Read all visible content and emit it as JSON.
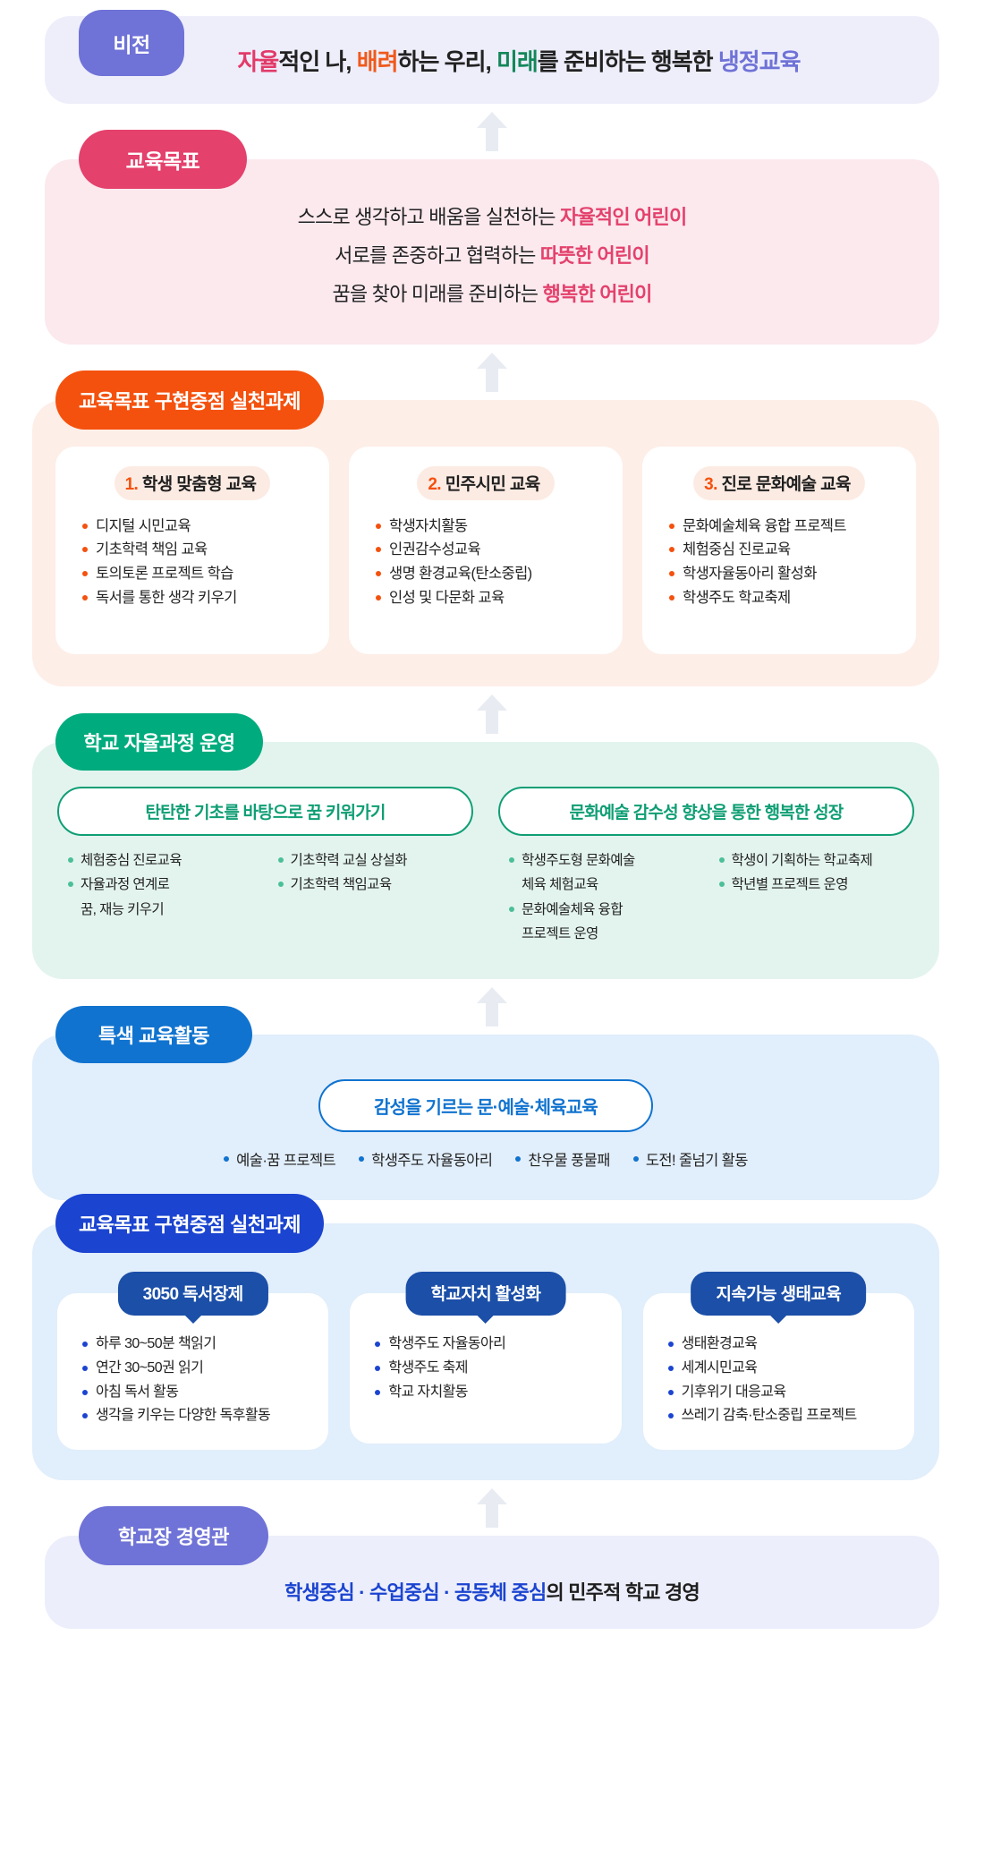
{
  "vision": {
    "tag": "비전",
    "parts": [
      {
        "text": "자율",
        "color": "pink",
        "bold": true
      },
      {
        "text": "적인 나, ",
        "color": "dark",
        "bold": true
      },
      {
        "text": "배려",
        "color": "orange",
        "bold": true
      },
      {
        "text": "하는 우리, ",
        "color": "dark",
        "bold": true
      },
      {
        "text": "미래",
        "color": "green",
        "bold": true
      },
      {
        "text": "를 준비하는 행복한 ",
        "color": "dark",
        "bold": true
      },
      {
        "text": "냉정교육",
        "color": "indigo",
        "bold": true
      }
    ],
    "full_text": "자율적인 나, 배려하는 우리, 미래를 준비하는 행복한 냉정교육"
  },
  "goals": {
    "tag": "교육목표",
    "lines": [
      {
        "plain": "스스로 생각하고 배움을 실천하는 ",
        "emph": "자율적인 어린이"
      },
      {
        "plain": "서로를 존중하고 협력하는 ",
        "emph": "따뜻한 어린이"
      },
      {
        "plain": "꿈을 찾아 미래를 준비하는 ",
        "emph": "행복한 어린이"
      }
    ]
  },
  "practice": {
    "tag": "교육목표 구현중점 실천과제",
    "cards": [
      {
        "num": "1.",
        "title": "학생 맞춤형 교육",
        "items": [
          "디지털 시민교육",
          "기초학력 책임 교육",
          "토의토론 프로젝트 학습",
          "독서를 통한 생각 키우기"
        ]
      },
      {
        "num": "2.",
        "title": "민주시민 교육",
        "items": [
          "학생자치활동",
          "인권감수성교육",
          "생명 환경교육(탄소중립)",
          "인성 및 다문화 교육"
        ]
      },
      {
        "num": "3.",
        "title": "진로 문화예술 교육",
        "items": [
          "문화예술체육 융합 프로젝트",
          "체험중심 진로교육",
          "학생자율동아리 활성화",
          "학생주도 학교축제"
        ]
      }
    ]
  },
  "autonomous": {
    "tag": "학교 자율과정 운영",
    "groups": [
      {
        "title": "탄탄한 기초를 바탕으로 꿈 키워가기",
        "left": [
          {
            "text": "체험중심 진로교육",
            "cont": false
          },
          {
            "text": "자율과정 연계로",
            "cont": false
          },
          {
            "text": "꿈, 재능 키우기",
            "cont": true
          }
        ],
        "right": [
          {
            "text": "기초학력 교실 상설화",
            "cont": false
          },
          {
            "text": "기초학력 책임교육",
            "cont": false
          }
        ]
      },
      {
        "title": "문화예술 감수성 향상을 통한 행복한 성장",
        "left": [
          {
            "text": "학생주도형 문화예술",
            "cont": false
          },
          {
            "text": "체육 체험교육",
            "cont": true
          },
          {
            "text": "문화예술체육 융합",
            "cont": false
          },
          {
            "text": "프로젝트 운영",
            "cont": true
          }
        ],
        "right": [
          {
            "text": "학생이 기획하는 학교축제",
            "cont": false
          },
          {
            "text": "학년별 프로젝트 운영",
            "cont": false
          }
        ]
      }
    ]
  },
  "special": {
    "tag": "특색 교육활동",
    "headline": "감성을 기르는 문·예술·체육교육",
    "items": [
      "예술·꿈 프로젝트",
      "학생주도 자율동아리",
      "찬우물 풍물패",
      "도전! 줄넘기 활동"
    ]
  },
  "practice2": {
    "tag": "교육목표 구현중점 실천과제",
    "cards": [
      {
        "head": "3050 독서장제",
        "items": [
          "하루 30~50분 책읽기",
          "연간 30~50권 읽기",
          "아침 독서 활동",
          "생각을 키우는 다양한 독후활동"
        ]
      },
      {
        "head": "학교자치 활성화",
        "items": [
          "학생주도 자율동아리",
          "학생주도 축제",
          "학교 자치활동"
        ]
      },
      {
        "head": "지속가능 생태교육",
        "items": [
          "생태환경교육",
          "세계시민교육",
          "기후위기 대응교육",
          "쓰레기 감축·탄소중립 프로젝트"
        ]
      }
    ]
  },
  "principal": {
    "tag": "학교장 경영관",
    "emph": "학생중심 · 수업중심 · 공동체 중심",
    "plain": "의 민주적 학교 경영"
  },
  "colors": {
    "vision_tag": "#6f72d6",
    "vision_band": "#eeeefb",
    "goals_tag": "#e4416c",
    "goals_band": "#fbe9ee",
    "practice_tag": "#f4510e",
    "practice_band": "#fdeee7",
    "auto_tag": "#00ab7d",
    "auto_band": "#e3f4ee",
    "special_tag": "#1073cf",
    "special_band": "#e1eefb",
    "practice2_tag": "#1b44d0",
    "practice2_card_head": "#1b4fa8",
    "principal_tag": "#6f72d6",
    "principal_band": "#eceefb",
    "arrow": "#e8ecf2"
  },
  "icons": {
    "arrow": "up-arrow-icon"
  }
}
